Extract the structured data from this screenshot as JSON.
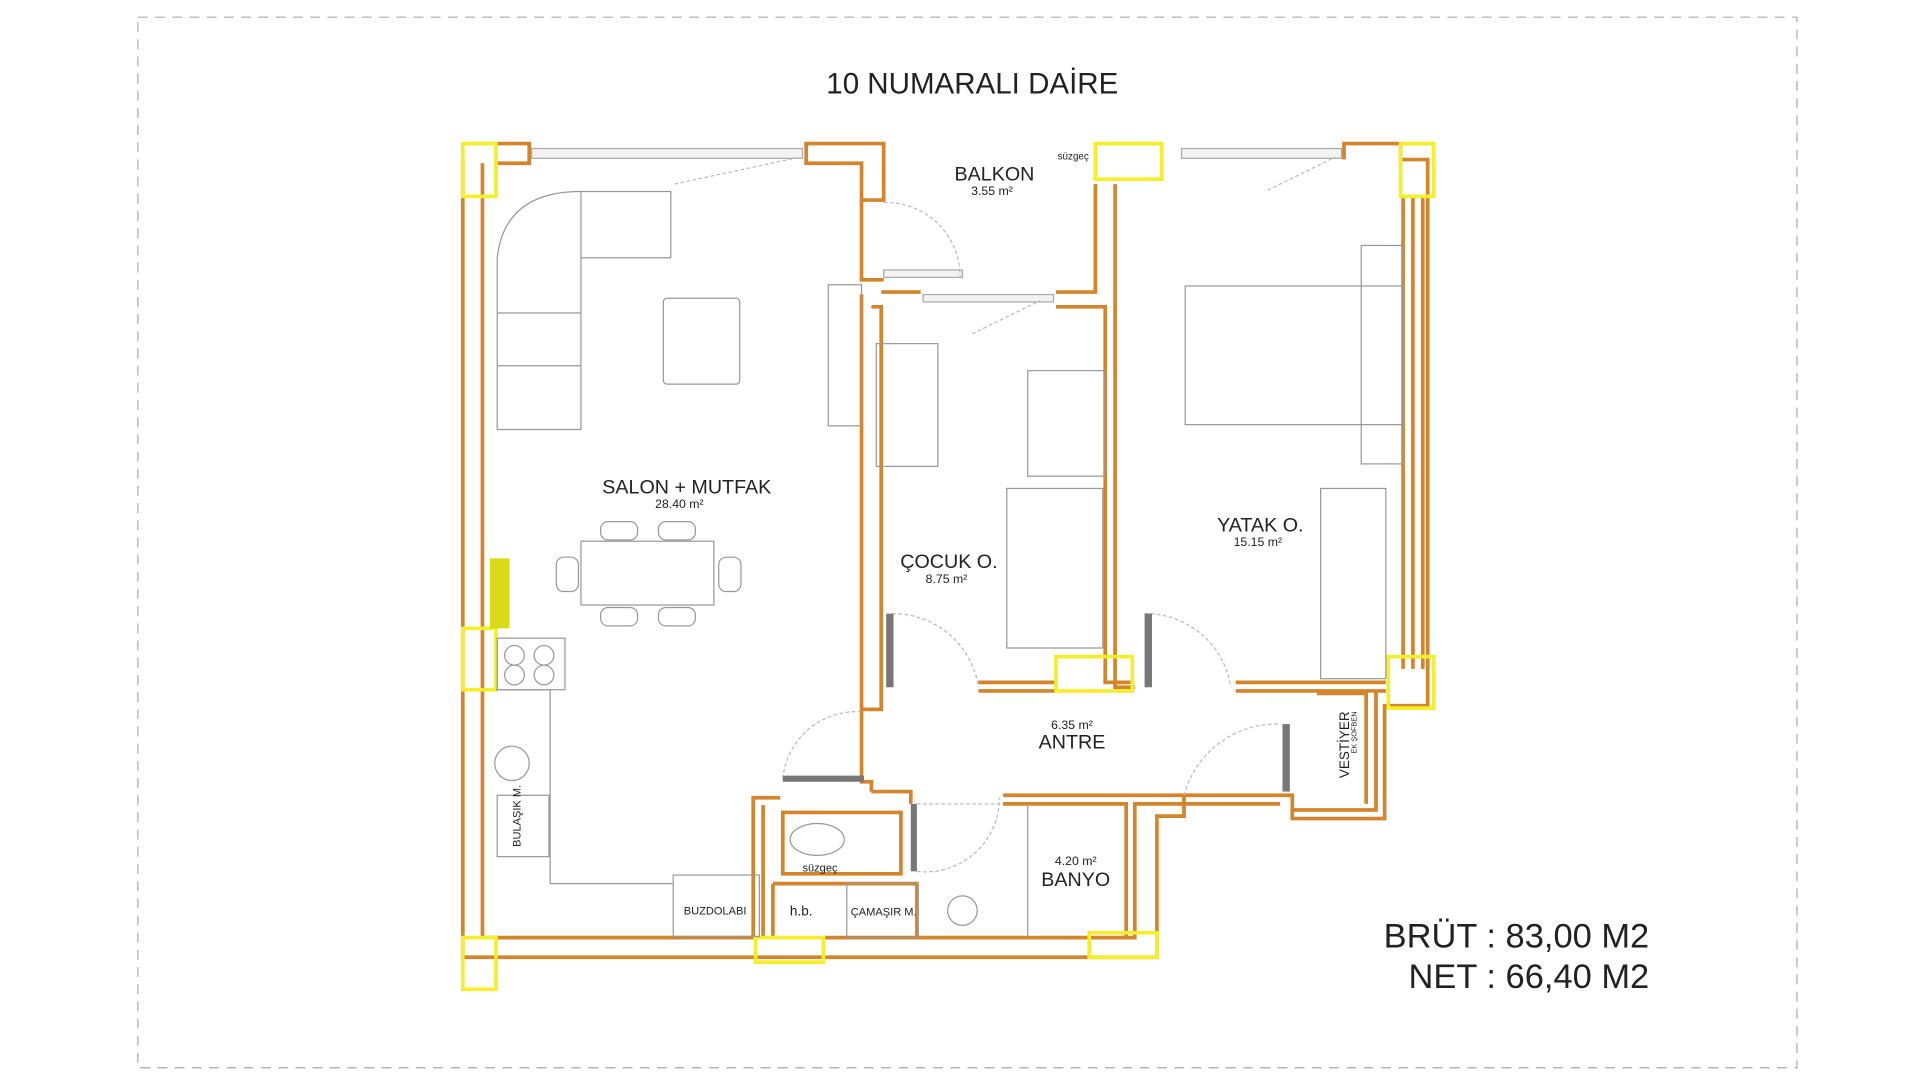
{
  "title": "10 NUMARALI DAİRE",
  "rooms": {
    "balkon": {
      "name": "BALKON",
      "area": "3.55 m²"
    },
    "salon": {
      "name": "SALON + MUTFAK",
      "area": "28.40 m²"
    },
    "cocuk": {
      "name": "ÇOCUK O.",
      "area": "8.75 m²"
    },
    "yatak": {
      "name": "YATAK O.",
      "area": "15.15 m²"
    },
    "antre": {
      "name": "ANTRE",
      "area": "6.35 m²"
    },
    "banyo": {
      "name": "BANYO",
      "area": "4.20 m²"
    }
  },
  "labels": {
    "suzgec_balkon": "süzgeç",
    "suzgec_wc": "süzgeç",
    "bulasik": "BULAŞIK M.",
    "buzdolabi": "BUZDOLABI",
    "hb": "h.b.",
    "camasir": "ÇAMAŞIR M.",
    "vestiyer": "VESTİYER",
    "ek_sofben": "EK ŞOFBEN"
  },
  "totals": {
    "brut": "BRÜT : 83,00 M2",
    "net": "NET : 66,40 M2"
  },
  "colors": {
    "wall": "#d4842a",
    "column": "#f4ef2a",
    "accent_hatch": "#c8c800"
  }
}
